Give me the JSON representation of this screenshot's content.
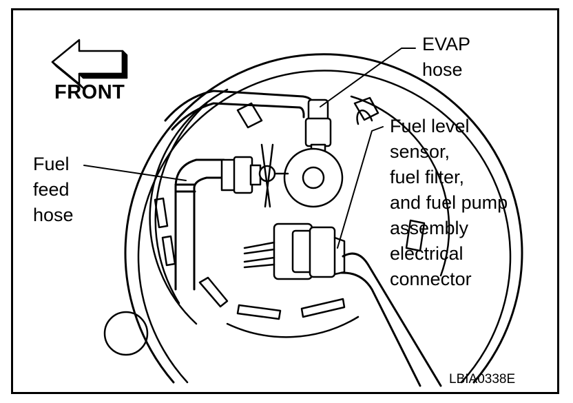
{
  "front_label": "FRONT",
  "labels": {
    "evap": [
      "EVAP",
      "hose"
    ],
    "fuel_feed": [
      "Fuel",
      "feed",
      "hose"
    ],
    "connector": [
      "Fuel level",
      "sensor,",
      "fuel filter,",
      "and fuel pump",
      "assembly",
      "electrical",
      "connector"
    ]
  },
  "figure_code": "LBIA0338E",
  "icons": {
    "front_arrow": "left-arrow-3d"
  }
}
